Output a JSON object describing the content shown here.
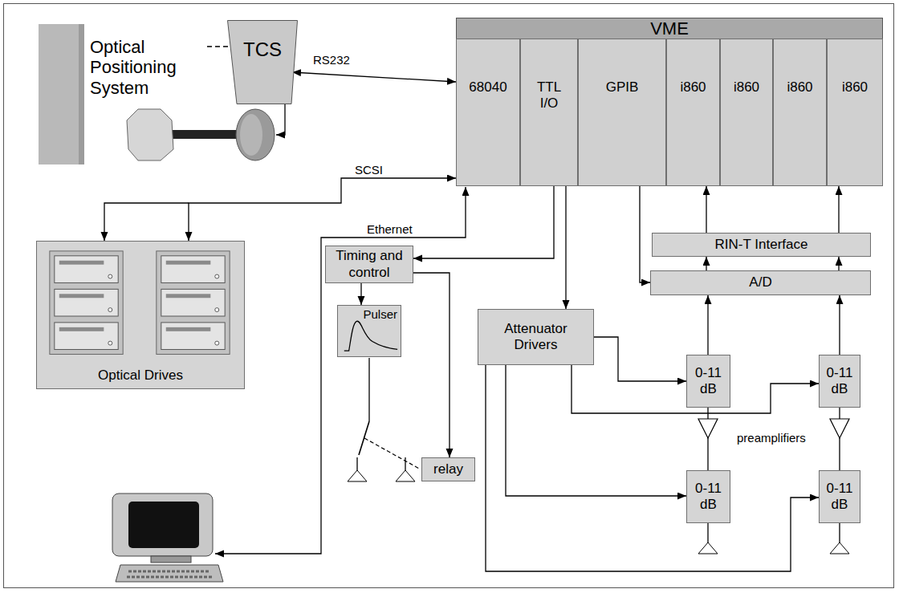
{
  "diagram": {
    "nodes": [
      {
        "text": [
          "Optical Positioning System"
        ]
      },
      {
        "text": [
          "TCS"
        ]
      },
      {
        "text": [
          "VME"
        ]
      },
      {
        "text": [
          "68040"
        ],
        "in": 2
      },
      {
        "text": [
          "TTL I/O"
        ],
        "in": 2
      },
      {
        "text": [
          "GPIB"
        ],
        "in": 2
      },
      {
        "text": [
          "i860"
        ],
        "in": 2
      },
      {
        "text": [
          "i860"
        ],
        "in": 2
      },
      {
        "text": [
          "i860"
        ],
        "in": 2
      },
      {
        "text": [
          "i860"
        ],
        "in": 2
      },
      {
        "text": [
          "RIN-T Interface"
        ]
      },
      {
        "text": [
          "A/D"
        ]
      },
      {
        "text": [
          "Optical Drives"
        ]
      },
      {
        "text": [
          "Timing and control"
        ]
      },
      {
        "text": [
          "Pulser"
        ]
      },
      {
        "text": [
          "relay"
        ]
      },
      {
        "text": [
          "Attenuator Drivers"
        ]
      },
      {
        "text": [
          "0-11 dB"
        ]
      },
      {
        "text": [
          "0-11 dB"
        ]
      },
      {
        "text": [
          "0-11 dB"
        ]
      },
      {
        "text": [
          "0-11 dB"
        ]
      }
    ],
    "edges": [
      {
        "from": 0,
        "to": 1,
        "arrow": "none"
      },
      {
        "from": 1,
        "to": 2,
        "label": "RS232",
        "arrow": "both"
      },
      {
        "from": 2,
        "to": 12,
        "label": "SCSI",
        "arrow": "both"
      },
      {
        "from": 4,
        "to": 13,
        "arrow": "to"
      },
      {
        "from": 4,
        "to": 16,
        "arrow": "to"
      },
      {
        "from": 5,
        "to": 11,
        "arrow": "to"
      },
      {
        "from": 11,
        "to": 10,
        "arrow": "to"
      },
      {
        "from": 11,
        "to": 10,
        "arrow": "to"
      },
      {
        "from": 10,
        "to": 6,
        "arrow": "to"
      },
      {
        "from": 10,
        "to": 9,
        "arrow": "to"
      },
      {
        "from": 17,
        "to": 11,
        "arrow": "to"
      },
      {
        "from": 18,
        "to": 11,
        "arrow": "to"
      },
      {
        "from": 16,
        "to": 17,
        "arrow": "to"
      },
      {
        "from": 16,
        "to": 18,
        "arrow": "to"
      },
      {
        "from": 16,
        "to": 19,
        "arrow": "to"
      },
      {
        "from": 16,
        "to": 20,
        "arrow": "to"
      },
      {
        "from": 19,
        "to": 17,
        "arrow": "none"
      },
      {
        "from": 20,
        "to": 18,
        "arrow": "none"
      },
      {
        "from": 13,
        "to": 14,
        "arrow": "to"
      },
      {
        "from": 13,
        "to": 15,
        "arrow": "to"
      }
    ],
    "labels": [
      "Ethernet",
      "preamplifiers"
    ]
  }
}
